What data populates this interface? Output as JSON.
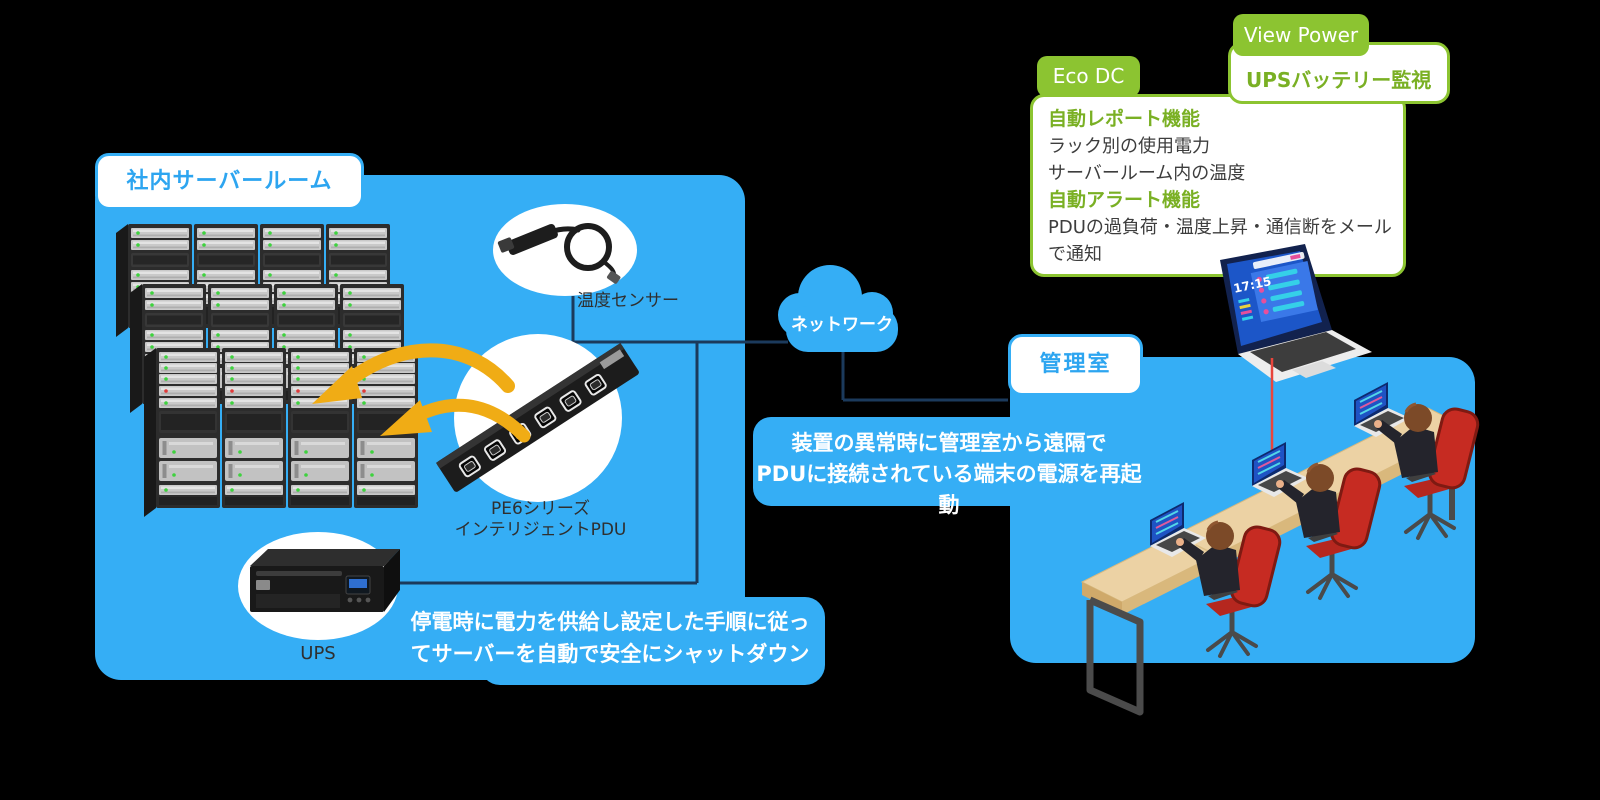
{
  "colors": {
    "blue": "#35AEF5",
    "green": "#8CC431",
    "line": "#1B3A5C",
    "arrow": "#F0AC15",
    "red_line": "#E8453C"
  },
  "server_room": {
    "label": "社内サーバールーム",
    "sensor_label": "温度センサー",
    "pdu_label": [
      "PE6シリーズ",
      "インテリジェントPDU"
    ],
    "ups_label": "UPS",
    "caption": [
      "停電時に電力を供給し設定した手順に従っ",
      "てサーバーを自動で安全にシャットダウン"
    ]
  },
  "network": {
    "label": "ネットワーク"
  },
  "remote_note": [
    "装置の異常時に管理室から遠隔で",
    "PDUに接続されている端末の電源を再起動"
  ],
  "control_room": {
    "label": "管理室"
  },
  "view_power": {
    "tab": "View Power",
    "title": "UPSバッテリー監視"
  },
  "eco_dc": {
    "tab": "Eco DC",
    "report_title": "自動レポート機能",
    "report_lines": [
      "ラック別の使用電力",
      "サーバールーム内の温度"
    ],
    "alert_title": "自動アラート機能",
    "alert_lines": [
      "PDUの過負荷・温度上昇・通信断をメール",
      "で通知"
    ]
  },
  "monitor_laptop": {
    "clock": "17:15"
  }
}
